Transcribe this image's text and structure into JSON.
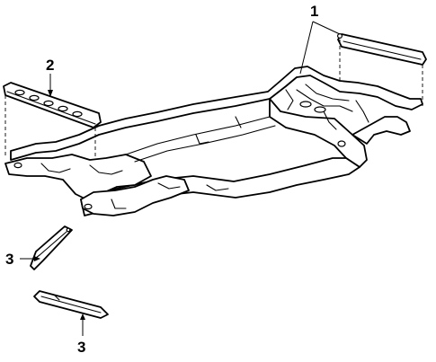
{
  "callouts": [
    {
      "id": "callout-1",
      "label": "1"
    },
    {
      "id": "callout-2",
      "label": "2"
    },
    {
      "id": "callout-3a",
      "label": "3"
    },
    {
      "id": "callout-3b",
      "label": "3"
    }
  ],
  "colors": {
    "ink": "#000000",
    "paper": "#ffffff"
  }
}
